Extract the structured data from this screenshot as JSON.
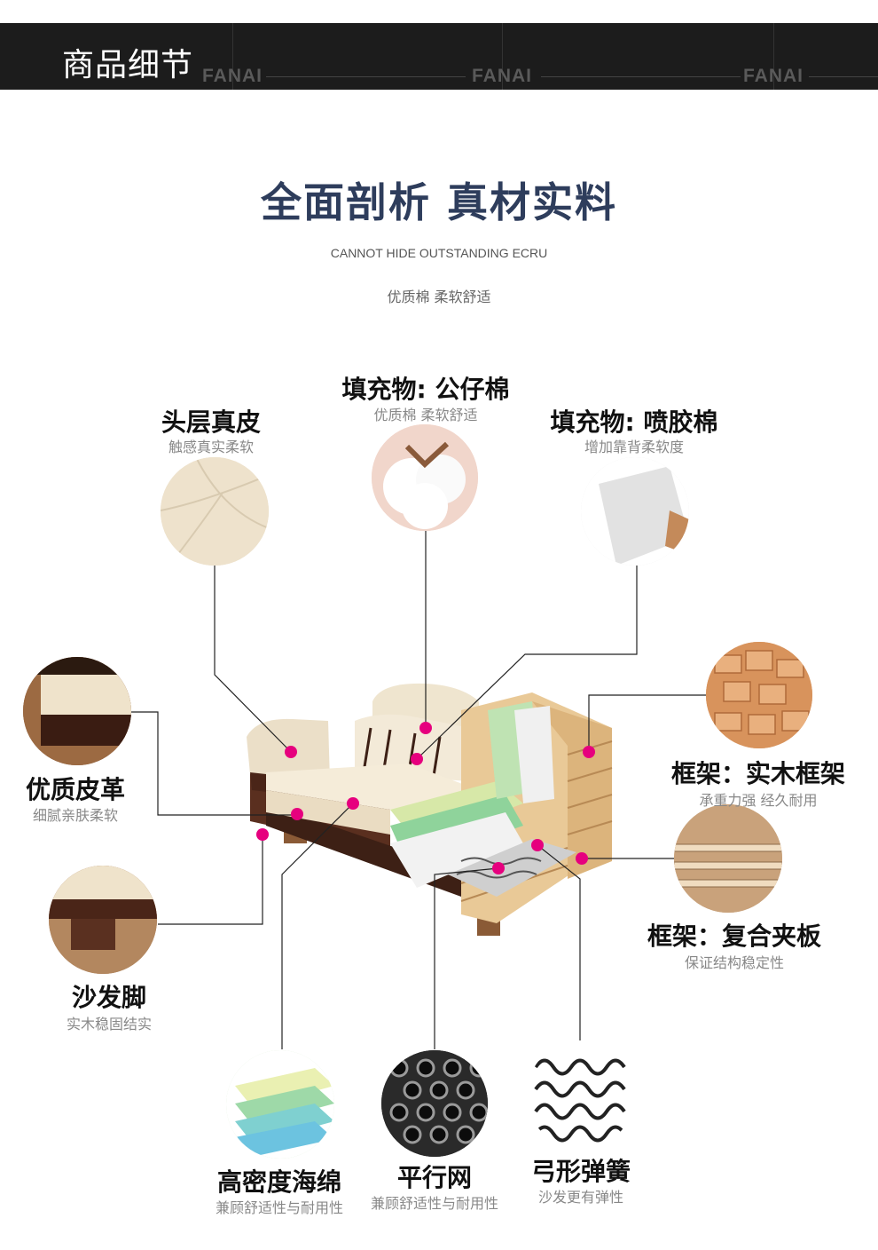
{
  "banner": {
    "title": "商品细节",
    "watermark": "FANAI"
  },
  "heading": {
    "title": "全面剖析 真材实料",
    "subtitle_en": "CANNOT HIDE OUTSTANDING ECRU",
    "subtitle_cn": "优质棉 柔软舒适"
  },
  "features": {
    "leather_top": {
      "label": "头层真皮",
      "desc": "触感真实柔软"
    },
    "cotton": {
      "label": "填充物: 公仔棉",
      "desc": "优质棉 柔软舒适"
    },
    "spray_cotton": {
      "label": "填充物: 喷胶棉",
      "desc": "增加靠背柔软度"
    },
    "quality_leather": {
      "label": "优质皮革",
      "desc": "细腻亲肤柔软"
    },
    "solid_frame": {
      "label": "框架：实木框架",
      "desc": "承重力强 经久耐用"
    },
    "composite_board": {
      "label": "框架：复合夹板",
      "desc": "保证结构稳定性"
    },
    "sofa_leg": {
      "label": "沙发脚",
      "desc": "实木稳固结实"
    },
    "sponge": {
      "label": "高密度海绵",
      "desc": "兼顾舒适性与耐用性"
    },
    "mesh": {
      "label": "平行网",
      "desc": "兼顾舒适性与耐用性"
    },
    "spring": {
      "label": "弓形弹簧",
      "desc": "沙发更有弹性"
    }
  },
  "colors": {
    "banner": "#1c1c1c",
    "title": "#2e3d5c",
    "marker": "#e6007e",
    "line": "#222222"
  }
}
